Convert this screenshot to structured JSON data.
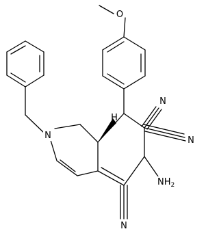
{
  "structure": {
    "atom_labels": {
      "methoxy_o": "O",
      "ring_n": "N",
      "cn_n_upper": "N",
      "cn_n_right": "N",
      "cn_n_bottom": "N",
      "amine": {
        "main": "NH",
        "sub": "2"
      },
      "stereo_h": "H"
    }
  }
}
